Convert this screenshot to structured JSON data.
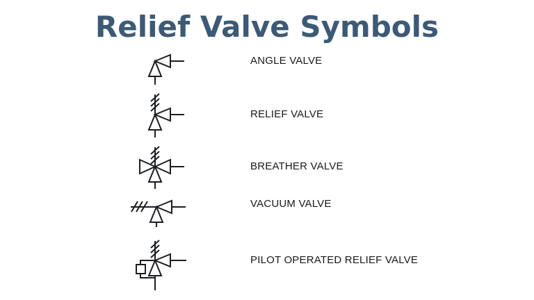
{
  "title": "Relief Valve Symbols",
  "colors": {
    "title": "#3c5a75",
    "symbol_stroke": "#1a1d22",
    "label_text": "#17191c",
    "background": "#ffffff"
  },
  "rows": [
    {
      "symbol": "angle-valve-symbol",
      "label": "ANGLE VALVE"
    },
    {
      "symbol": "relief-valve-symbol",
      "label": "RELIEF VALVE"
    },
    {
      "symbol": "breather-valve-symbol",
      "label": "BREATHER VALVE"
    },
    {
      "symbol": "vacuum-valve-symbol",
      "label": "VACUUM VALVE"
    },
    {
      "symbol": "pilot-operated-relief-valve-symbol",
      "label": "PILOT OPERATED RELIEF VALVE"
    }
  ]
}
